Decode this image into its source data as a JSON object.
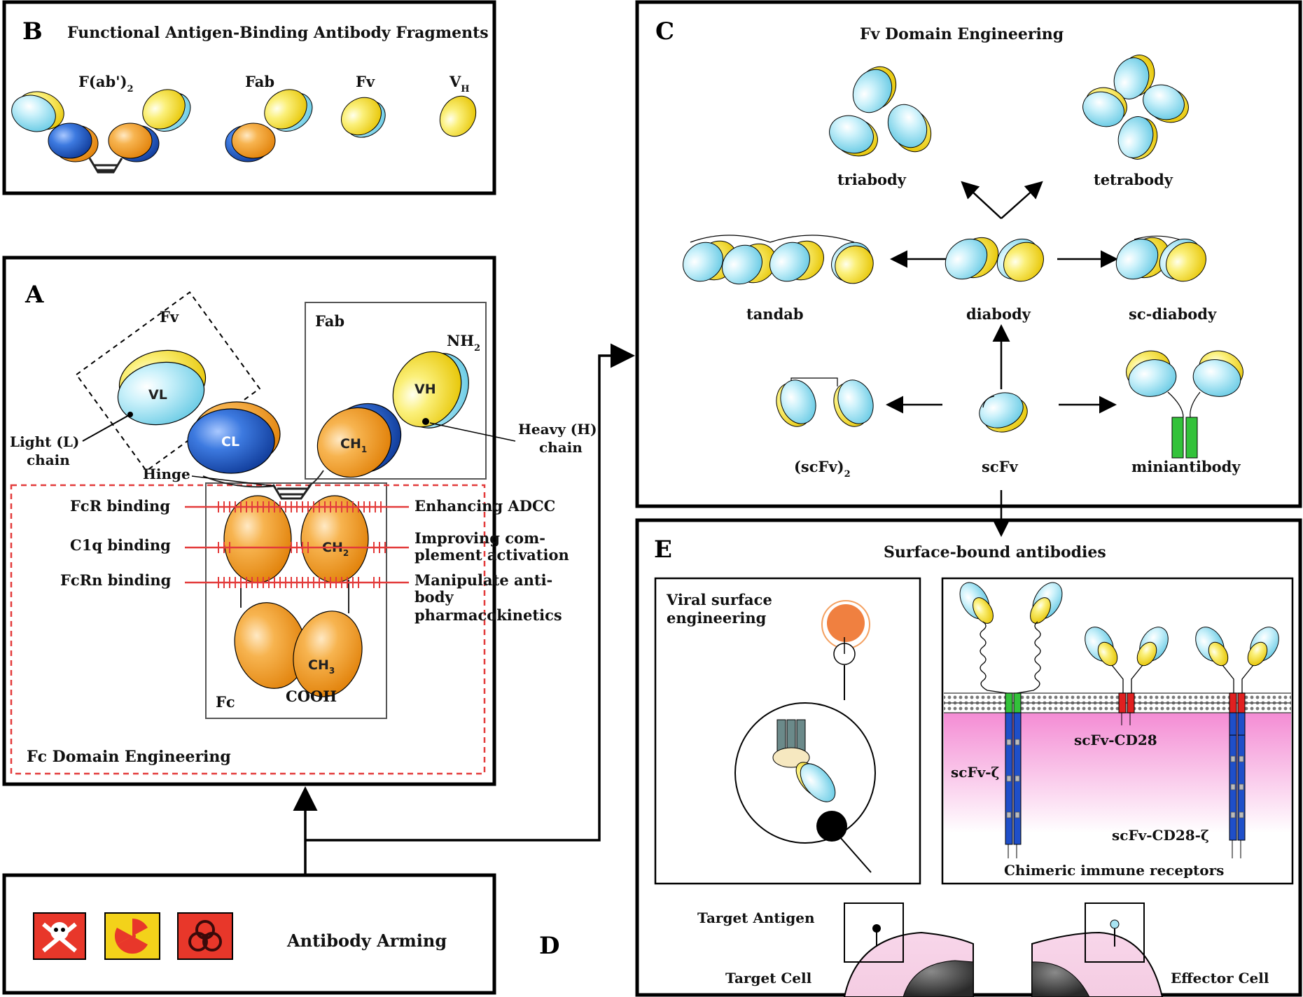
{
  "panels": {
    "a": {
      "letter": "A",
      "fv": "Fv",
      "fab": "Fab",
      "nh2": "NH",
      "nh2_sub": "2",
      "vl": "VL",
      "cl": "CL",
      "vh": "VH",
      "ch1": "CH",
      "ch1_sub": "1",
      "ch2": "CH",
      "ch2_sub": "2",
      "ch3": "CH",
      "ch3_sub": "3",
      "light_chain_1": "Light (L)",
      "light_chain_2": "chain",
      "heavy_chain_1": "Heavy (H)",
      "heavy_chain_2": "chain",
      "hinge": "Hinge",
      "fc": "Fc",
      "cooh": "COOH",
      "fcr_binding": "FcR binding",
      "c1q_binding": "C1q binding",
      "fcrn_binding": "FcRn binding",
      "enhancing_adcc": "Enhancing ADCC",
      "complement_1": "Improving com-",
      "complement_2": "plement activation",
      "pk_1": "Manipulate anti-",
      "pk_2": "body",
      "pk_3": "pharmacokinetics",
      "fc_engineering": "Fc  Domain Engineering"
    },
    "b": {
      "letter": "B",
      "title": "Functional Antigen-Binding Antibody Fragments",
      "fab2": "F(ab')",
      "fab2_sub": "2",
      "fab": "Fab",
      "fv": "Fv",
      "vh": "V",
      "vh_sub": "H"
    },
    "c": {
      "letter": "C",
      "title": "Fv Domain Engineering",
      "triabody": "triabody",
      "tetrabody": "tetrabody",
      "tandab": "tandab",
      "diabody": "diabody",
      "sc_diabody": "sc-diabody",
      "scfv2": "(scFv)",
      "scfv2_sub": "2",
      "scfv": "scFv",
      "miniantibody": "miniantibody"
    },
    "d": {
      "letter": "D",
      "title": "Antibody Arming"
    },
    "e": {
      "letter": "E",
      "title": "Surface-bound antibodies",
      "viral_1": "Viral surface",
      "viral_2": "engineering",
      "scfv_cd28": "scFv-CD28",
      "scfv_zeta": "scFv-ζ",
      "scfv_cd28_zeta": "scFv-CD28-ζ",
      "chimeric": "Chimeric immune receptors",
      "target_antigen": "Target Antigen",
      "target_cell": "Target Cell",
      "effector_cell": "Effector Cell"
    }
  },
  "colors": {
    "vl_cyan": "#a8e4f2",
    "vh_yellow": "#f5e53a",
    "cl_blue": "#1e5fc4",
    "ch_orange": "#f4a12a",
    "fc_dashed": "#e33b3b",
    "tm_green": "#33c23a",
    "tm_red": "#e02020",
    "zeta_blue": "#1f4fc9",
    "membrane_pink": "#f49ad8"
  },
  "icons": [
    "skull-crossbones-icon",
    "radiation-icon",
    "biohazard-icon"
  ]
}
